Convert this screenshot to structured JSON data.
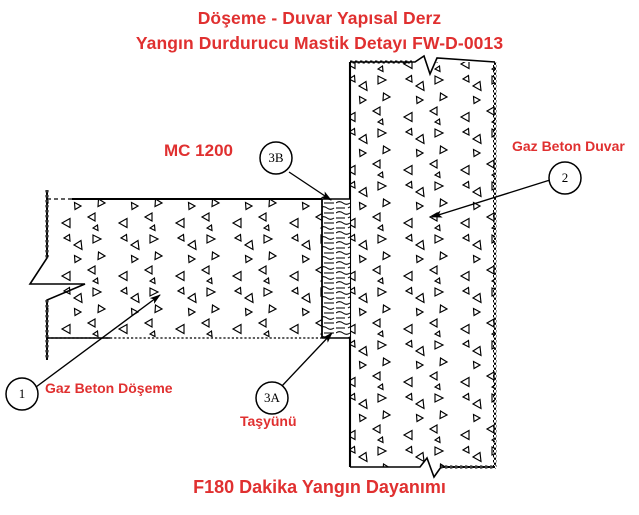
{
  "drawing": {
    "title_line1": "Döşeme - Duvar Yapısal Derz",
    "title_line2": "Yangın Durdurucu Mastik Detayı FW-D-0013",
    "footer": "F180 Dakika Yangın Dayanımı",
    "detail_code": "FW-D-0013",
    "fire_rating": "F180",
    "accent_color": "#e03030",
    "line_color": "#000000",
    "background": "#ffffff"
  },
  "labels": {
    "product": "MC 1200",
    "wall": "Gaz Beton Duvar",
    "floor": "Gaz Beton Döşeme",
    "insulation": "Taşyünü"
  },
  "callouts": [
    {
      "id": "1",
      "text": "1",
      "refers_to": "Gaz Beton Döşeme"
    },
    {
      "id": "2",
      "text": "2",
      "refers_to": "Gaz Beton Duvar"
    },
    {
      "id": "3A",
      "text": "3A",
      "refers_to": "Taşyünü"
    },
    {
      "id": "3B",
      "text": "3B",
      "refers_to": "MC 1200"
    }
  ],
  "components": {
    "floor_slab": "Gaz Beton Döşeme",
    "wall": "Gaz Beton Duvar",
    "joint_filler": "Taşyünü",
    "sealant": "MC 1200"
  }
}
